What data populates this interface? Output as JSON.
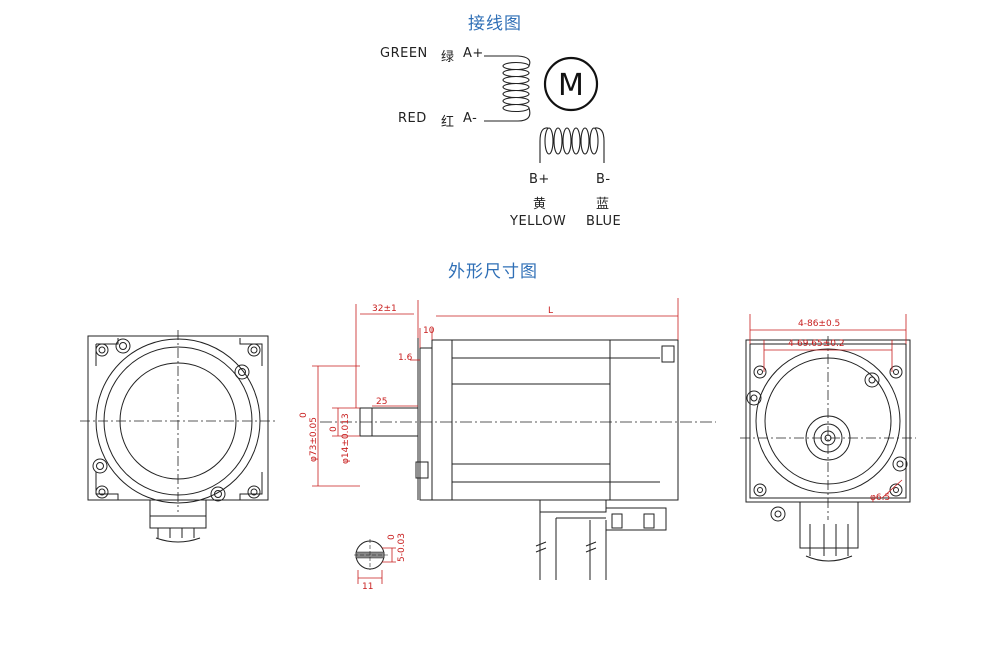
{
  "wiring": {
    "title": "接线图",
    "motor_symbol": "M",
    "green": "GREEN",
    "green_cn": "绿",
    "a_plus": "A+",
    "red": "RED",
    "red_cn": "红",
    "a_minus": "A-",
    "b_plus": "B+",
    "yellow_cn": "黄",
    "yellow": "YELLOW",
    "b_minus": "B-",
    "blue_cn": "蓝",
    "blue": "BLUE"
  },
  "dimensions": {
    "title": "外形尺寸图",
    "d32": "32±1",
    "dL": "L",
    "d10": "10",
    "d16": "1.6",
    "d25": "25",
    "phi73": "φ73±0.05",
    "phi73_tol": "0",
    "phi14": "φ14±0.013",
    "phi14_tol": "0",
    "d11": "11",
    "d5": "5-0.03",
    "d5_tol": "0",
    "d86": "4-86±0.5",
    "d6965": "4-69.65±0.2",
    "phi65": "φ6.5"
  },
  "colors": {
    "title_blue": "#2f6fb6",
    "dimension_red": "#c81e1e",
    "line": "#222222"
  }
}
